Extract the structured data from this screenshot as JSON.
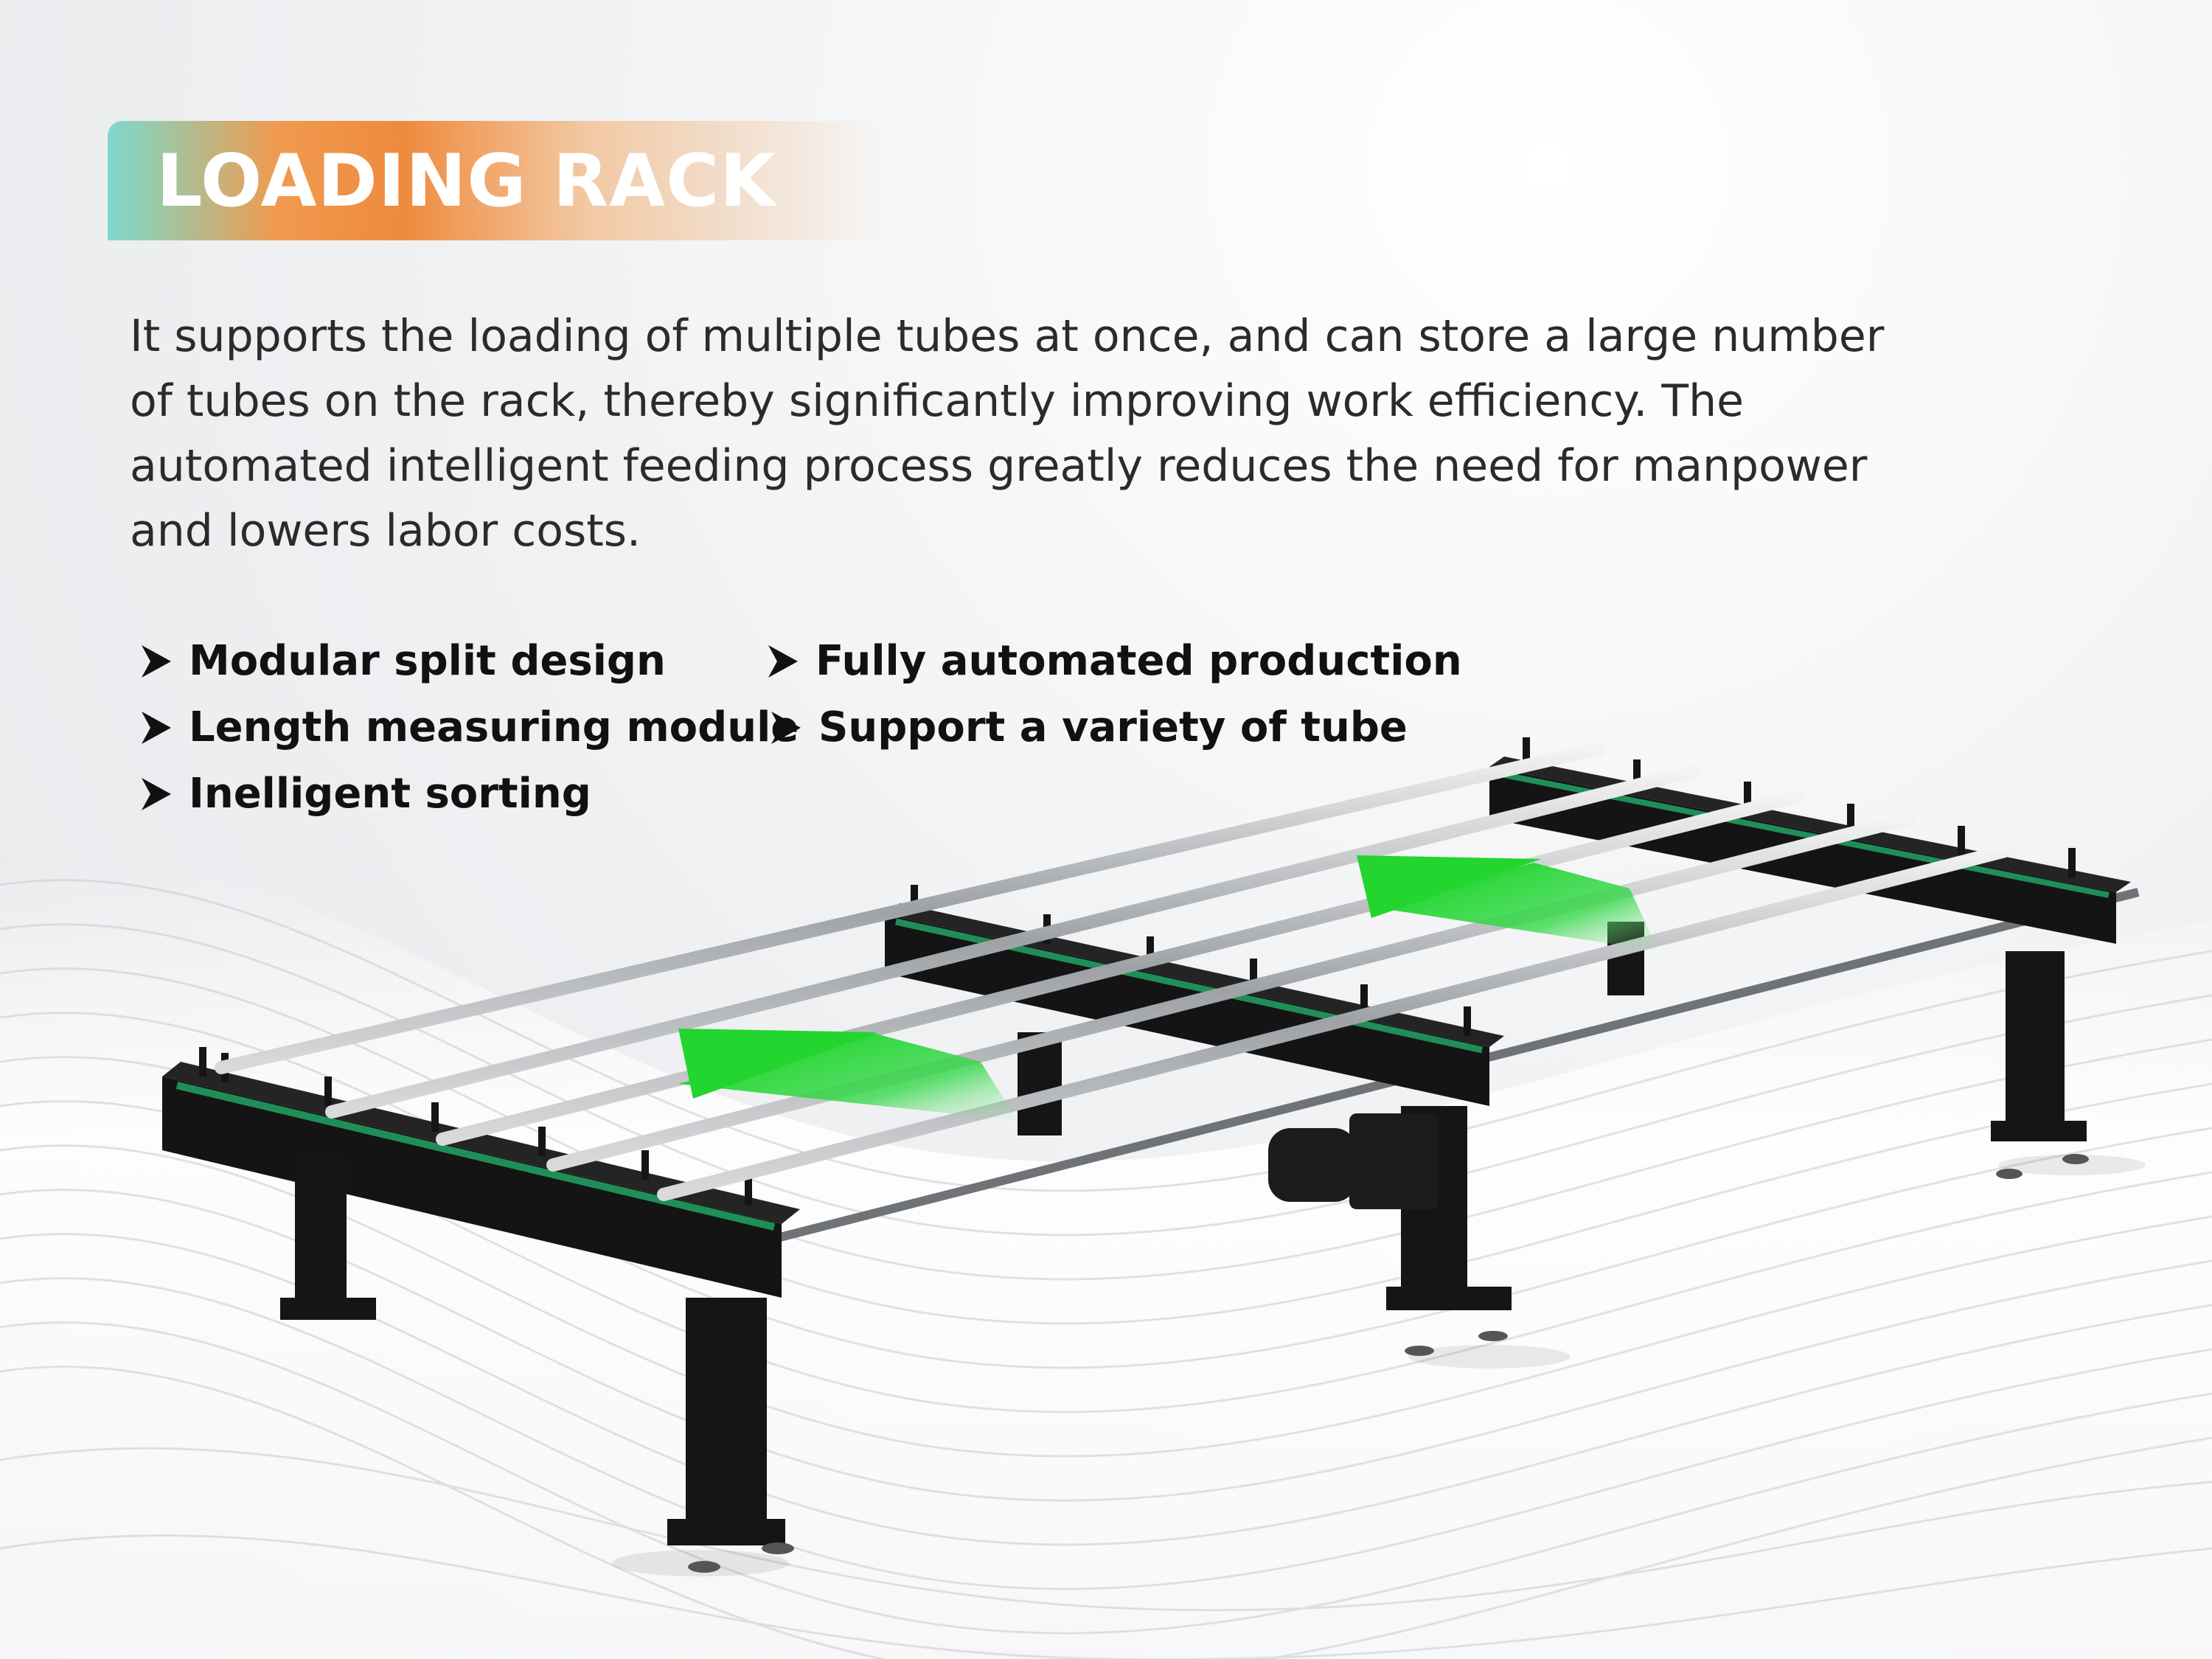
{
  "title": "LOADING RACK",
  "description": "It supports the loading of multiple tubes at once, and can store a large number of tubes on the rack, thereby significantly improving work efficiency. The automated intelligent feeding process greatly reduces the need for manpower and lowers labor costs.",
  "features": {
    "left": [
      "Modular split design",
      "Length measuring module",
      "Inelligent sorting"
    ],
    "right": [
      "Fully automated production",
      "Support a variety of tube"
    ]
  },
  "icons": {
    "bullet": "arrowhead-icon",
    "feed_direction": "green-arrow-icon"
  },
  "colors": {
    "banner_start": "#7fd8cf",
    "banner_mid": "#ef8a3d",
    "text": "#2b2b2b",
    "feature_text": "#111111",
    "rack_black": "#111111",
    "rail_green": "#1f8f57",
    "arrow_green": "#2bd63a"
  }
}
